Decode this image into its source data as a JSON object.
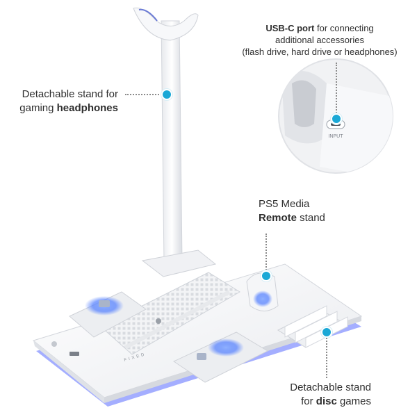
{
  "callouts": {
    "headphones": {
      "line1": "Detachable stand for",
      "line2_prefix": "gaming ",
      "line2_bold": "headphones"
    },
    "usbc": {
      "bold": "USB-C port",
      "rest1": " for connecting",
      "line2": "additional accessories",
      "line3": "(flash drive, hard drive or headphones)"
    },
    "remote": {
      "line1": "PS5 Media",
      "line2_bold": "Remote",
      "line2_rest": " stand"
    },
    "disc": {
      "line1": "Detachable stand",
      "line2_prefix": "for ",
      "line2_bold": "disc",
      "line2_rest": " games"
    }
  },
  "product": {
    "port_label": "INPUT",
    "brand_mark": "FIXED"
  },
  "colors": {
    "accent": "#1aa8d6",
    "glow": "#4f7cff",
    "body": "#f4f5f7"
  }
}
